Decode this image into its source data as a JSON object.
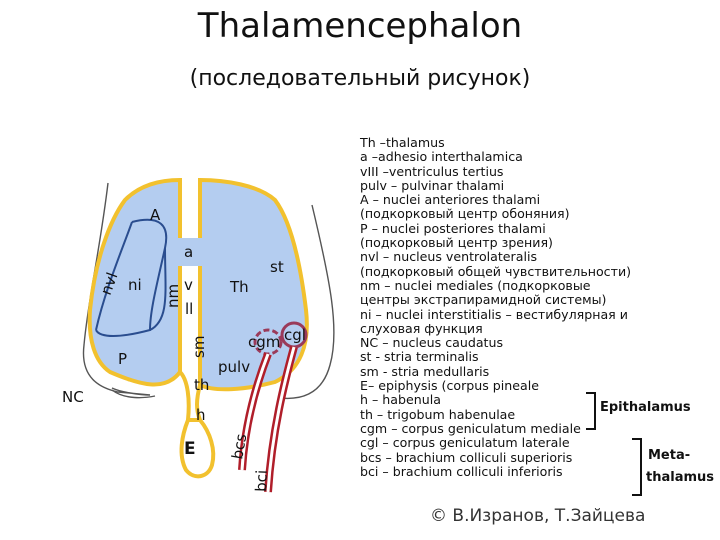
{
  "title": "Thalamencephalon",
  "subtitle": "(последовательный рисунок)",
  "diagram": {
    "labels": {
      "A": "A",
      "a": "a",
      "nvl": "nvl",
      "ni": "ni",
      "nm": "nm",
      "v": "v",
      "ll": "ll",
      "sm": "sm",
      "Th": "Th",
      "st": "st",
      "cgm": "cgm",
      "cgl": "cgl",
      "pulv": "pulv",
      "P": "P",
      "NC": "NC",
      "th": "th",
      "h": "h",
      "E": "E",
      "bcs": "bcs",
      "bci": "bci"
    },
    "colors": {
      "fill": "#b4cdf0",
      "outline": "#f2c12e",
      "inner": "#2a4d8f",
      "tract": "#b01e2a"
    }
  },
  "legend": [
    "Th –thalamus",
    "a –adhesio interthalamica",
    "vIII –ventriculus tertius",
    "pulv – pulvinar thalami",
    "A – nuclei anteriores thalami",
    "(подкорковый центр обоняния)",
    "P – nuclei posteriores  thalami",
    "(подкорковый центр зрения)",
    "nvl – nucleus ventrolateralis",
    "(подкорковый общей чувствительности)",
    "nm – nuclei mediales (подкорковые",
    "центры экстрапирамидной системы)",
    "ni – nuclei interstitialis – вестибулярная и",
    "слуховая функция",
    "NC – nucleus caudatus",
    "st - stria terminalis",
    "sm - stria medullaris",
    "E– epiphysis (corpus pineale",
    "h – habenula",
    "th – trigobum habenulae",
    "cgm – corpus geniculatum mediale",
    "cgl – corpus geniculatum laterale",
    "bcs – brachium colliculi superioris",
    "bci – brachium colliculi inferioris"
  ],
  "groups": {
    "epithalamus": "Epithalamus",
    "metathalamus_1": "Meta-",
    "metathalamus_2": "thalamus"
  },
  "copyright": "© В.Изранов,  Т.Зайцева"
}
